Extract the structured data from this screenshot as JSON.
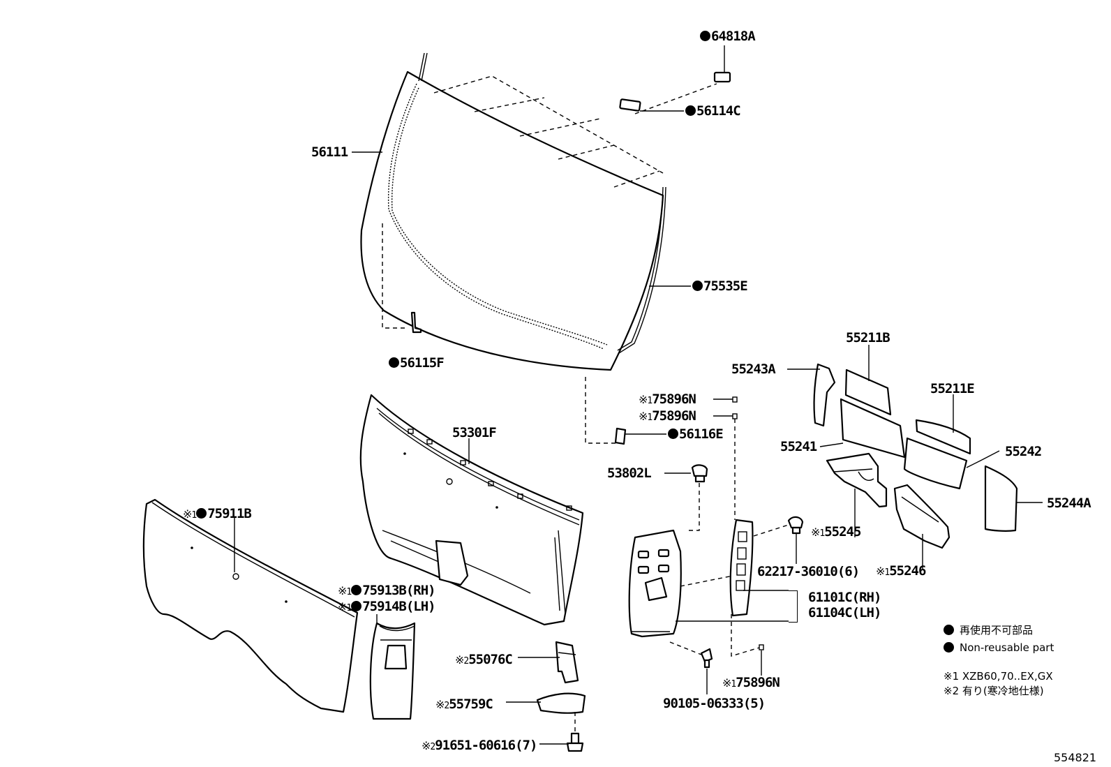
{
  "labels": {
    "p64818A": "64818A",
    "p56114C": "56114C",
    "p56111": "56111",
    "p75535E": "75535E",
    "p56115F": "56115F",
    "p55211B": "55211B",
    "p55243A": "55243A",
    "p55211E": "55211E",
    "p75896N_a": "75896N",
    "p75896N_b": "75896N",
    "p56116E": "56116E",
    "p55241": "55241",
    "p55242": "55242",
    "p53301F": "53301F",
    "p53802L": "53802L",
    "p55244A": "55244A",
    "p75911B": "75911B",
    "p55245": "55245",
    "p62217": "62217-36010(6)",
    "p55246": "55246",
    "p75913B": "75913B(RH)",
    "p75914B": "75914B(LH)",
    "p61101C": "61101C(RH)",
    "p61104C": "61104C(LH)",
    "p55076C": "55076C",
    "p75896N_c": "75896N",
    "p55759C": "55759C",
    "p90105": "90105-06333(5)",
    "p91651": "91651-60616(7)"
  },
  "marks": {
    "ref": "※",
    "one": "1",
    "two": "2"
  },
  "legend": {
    "non_reusable_jp": "再使用不可部品",
    "non_reusable_en": "Non-reusable part",
    "note1": "※1 XZB60,70..EX,GX",
    "note2": "※2 有り(寒冷地仕様)"
  },
  "diagram_id": "554821"
}
